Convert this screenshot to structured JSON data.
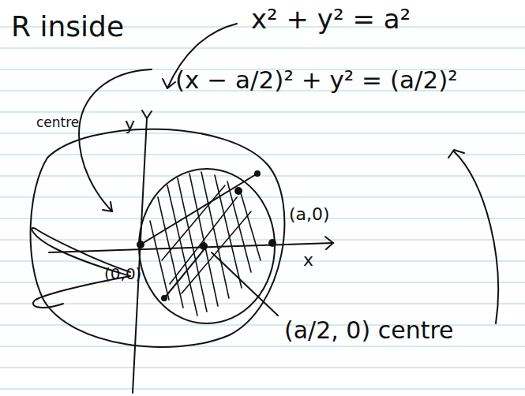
{
  "diagram": {
    "labels": [
      "R inside",
      "x² + y² = a²",
      "(x − a/2)² + y² = (a/2)²",
      "centre",
      "y",
      "(a,0)",
      "x",
      "(0,0)",
      "(a/2, 0) centre"
    ]
  }
}
